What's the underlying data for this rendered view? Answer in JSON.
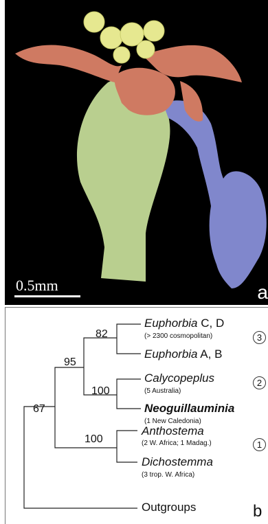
{
  "panel_a": {
    "scale_label": "0.5mm",
    "panel_letter": "a",
    "colors": {
      "background": "#000000",
      "ovary": "#b9cf8f",
      "bracts": "#cf7a62",
      "stamens": "#e6e890",
      "stalk": "#8087cc"
    }
  },
  "panel_b": {
    "panel_letter": "b",
    "support_values": [
      "82",
      "95",
      "100",
      "67",
      "100"
    ],
    "taxa": [
      {
        "prefix": "Euphorbia",
        "suffix": " C, D",
        "note": "(> 2300 cosmopolitan)"
      },
      {
        "prefix": "Euphorbia",
        "suffix": " A, B",
        "note": ""
      },
      {
        "prefix": "Calycopeplus",
        "suffix": "",
        "note": "(5 Australia)"
      },
      {
        "prefix": "Neoguillauminia",
        "suffix": "",
        "note": "(1 New Caledonia)"
      },
      {
        "prefix": "Anthostema",
        "suffix": "",
        "note": "(2 W. Africa; 1 Madag.)"
      },
      {
        "prefix": "Dichostemma",
        "suffix": "",
        "note": "(3 trop. W. Africa)"
      },
      {
        "prefix": "Outgroups",
        "suffix": "",
        "note": ""
      }
    ],
    "clade_numbers": [
      "3",
      "2",
      "1"
    ]
  }
}
